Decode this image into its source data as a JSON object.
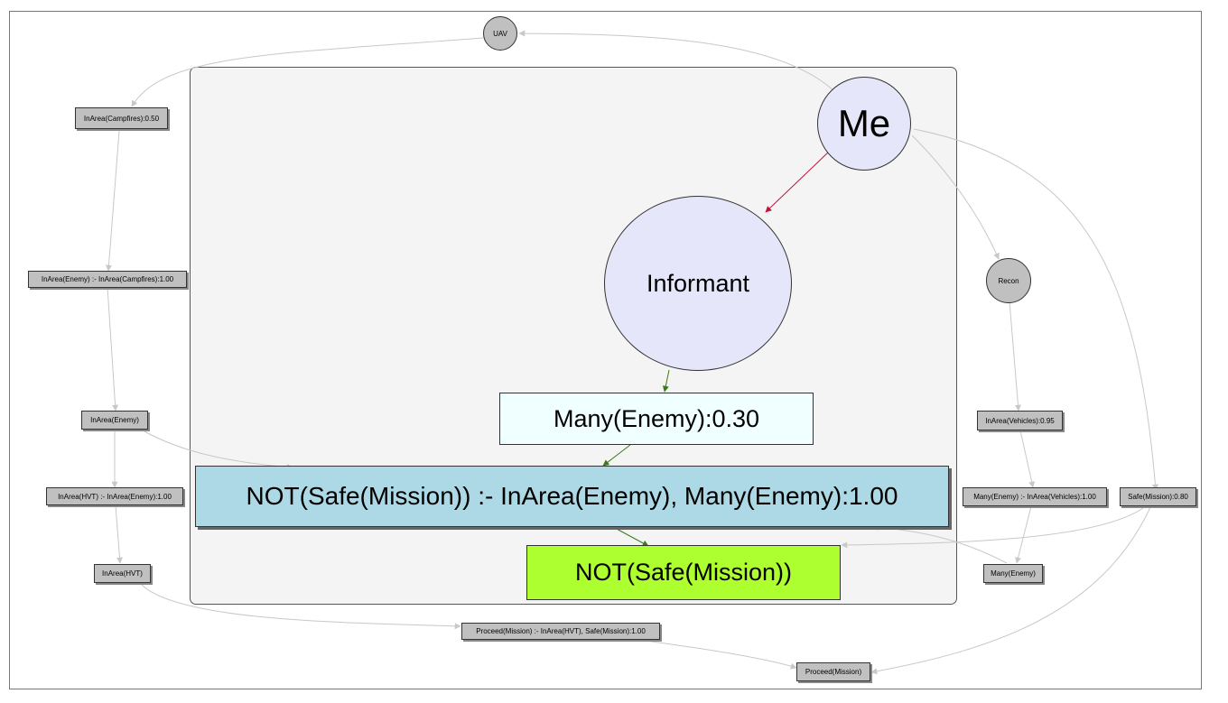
{
  "colors": {
    "gray_node": "#c0c0c0",
    "person_node": "#e6e6fa",
    "fact_node": "#f0ffff",
    "rule_node": "#add8e6",
    "conclusion_node": "#adff2f",
    "red_edge": "#c0143c",
    "green_edge": "#3a7a1a",
    "gray_edge": "#c8c8c8"
  },
  "nodes": {
    "uav": "UAV",
    "me": "Me",
    "informant": "Informant",
    "recon": "Recon",
    "inarea_campfires": "InArea(Campfires):0.50",
    "rule_enemy_campfires": "InArea(Enemy) :- InArea(Campfires):1.00",
    "inarea_enemy": "InArea(Enemy)",
    "rule_hvt_enemy": "InArea(HVT) :- InArea(Enemy):1.00",
    "inarea_hvt": "InArea(HVT)",
    "many_enemy_030": "Many(Enemy):0.30",
    "rule_not_safe": "NOT(Safe(Mission)) :- InArea(Enemy), Many(Enemy):1.00",
    "not_safe": "NOT(Safe(Mission))",
    "inarea_vehicles": "InArea(Vehicles):0.95",
    "rule_many_vehicles": "Many(Enemy) :- InArea(Vehicles):1.00",
    "safe_mission": "Safe(Mission):0.80",
    "many_enemy": "Many(Enemy)",
    "rule_proceed": "Proceed(Mission) :- InArea(HVT), Safe(Mission):1.00",
    "proceed": "Proceed(Mission)"
  }
}
